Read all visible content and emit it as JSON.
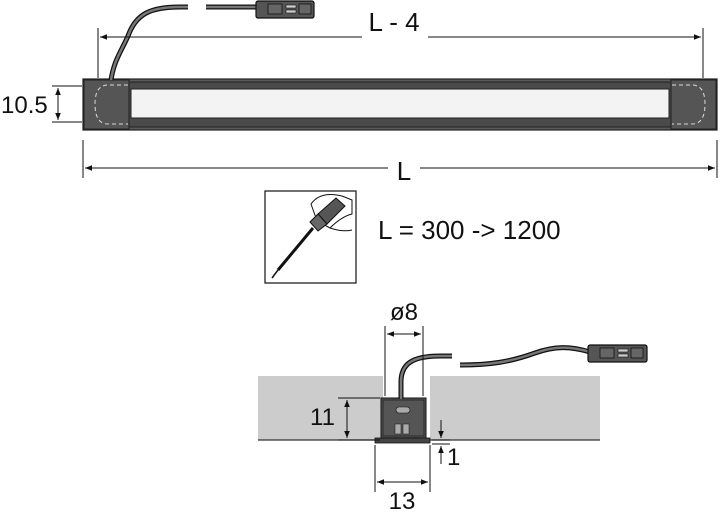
{
  "labels": {
    "l_minus_4": "L - 4",
    "height_10_5": "10.5",
    "length_l": "L",
    "length_range": "L = 300 -> 1200",
    "diameter": "ø8",
    "depth_11": "11",
    "thickness_1": "1",
    "width_13": "13"
  },
  "colors": {
    "profile_body": "#555555",
    "profile_dark": "#444444",
    "diffuser": "#f2f2f2",
    "cabinet_panel": "#cccccc",
    "line": "#111111"
  }
}
